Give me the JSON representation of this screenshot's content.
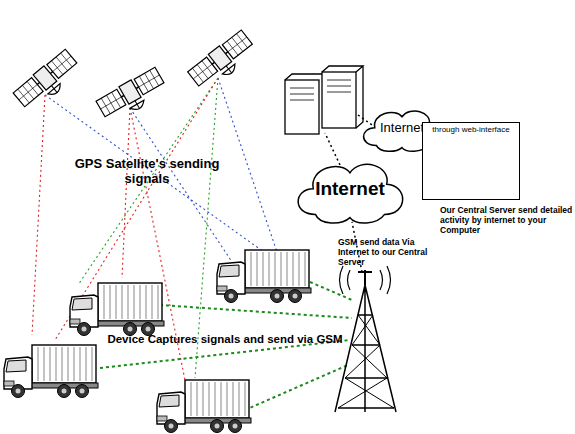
{
  "diagram": {
    "nodes": [
      {
        "text": [
          "Internet"
        ]
      },
      {
        "text": [
          "through web-interface"
        ]
      },
      {
        "text": [
          "Internet"
        ]
      }
    ],
    "edges": [
      {
        "from": 0,
        "to": 1,
        "arrow": "to"
      }
    ],
    "labels": [
      "GPS Satellite's sending signals",
      "Our Central Server send detailed activity by internet to your Computer",
      "GSM send data Via Internet to our Central Server",
      "Device Captures signals and send via GSM"
    ]
  }
}
